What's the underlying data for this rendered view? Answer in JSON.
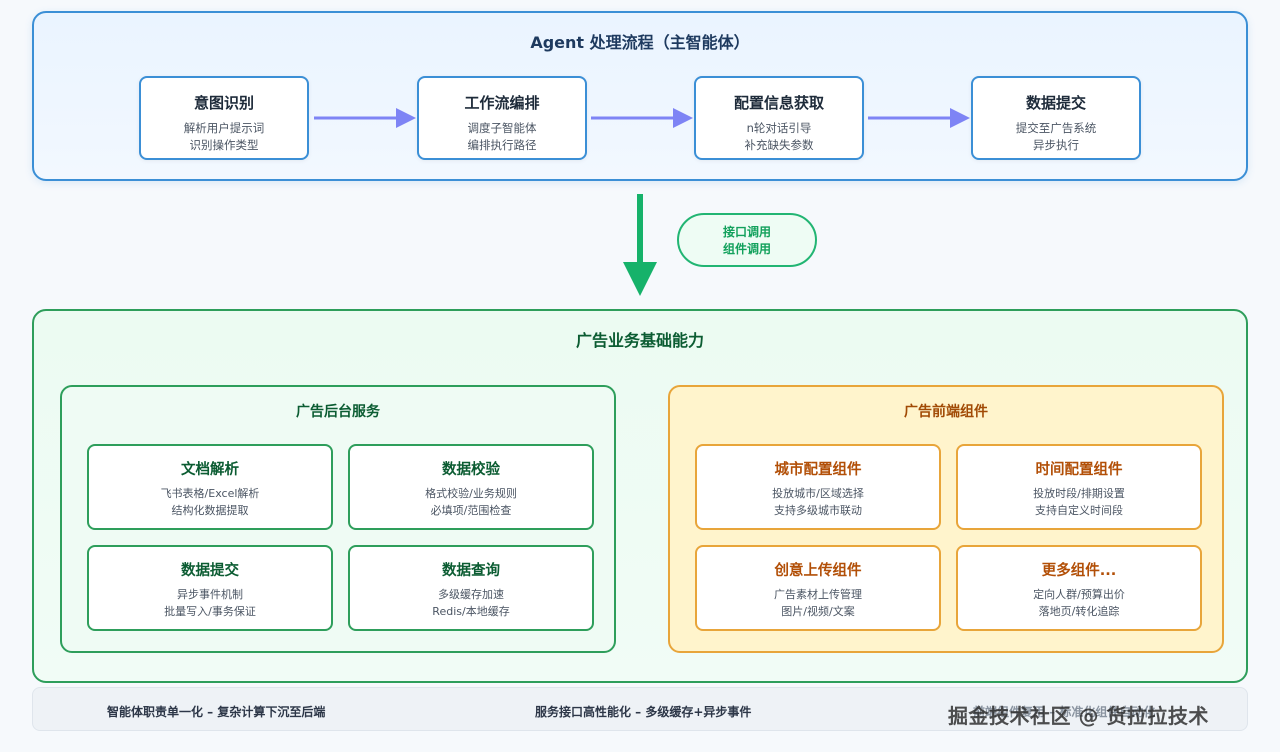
{
  "colors": {
    "top_border": "#3b8fd6",
    "arrow_purple": "#7e84f5",
    "green_border": "#2e9e5b",
    "down_arrow": "#16b26a",
    "orange_border": "#e8a53a"
  },
  "top": {
    "title": "Agent 处理流程（主智能体）",
    "steps": [
      {
        "title": "意图识别",
        "line1": "解析用户提示词",
        "line2": "识别操作类型"
      },
      {
        "title": "工作流编排",
        "line1": "调度子智能体",
        "line2": "编排执行路径"
      },
      {
        "title": "配置信息获取",
        "line1": "n轮对话引导",
        "line2": "补充缺失参数"
      },
      {
        "title": "数据提交",
        "line1": "提交至广告系统",
        "line2": "异步执行"
      }
    ]
  },
  "connector": {
    "line1": "接口调用",
    "line2": "组件调用"
  },
  "bottom": {
    "title": "广告业务基础能力",
    "backend": {
      "title": "广告后台服务",
      "cards": [
        {
          "title": "文档解析",
          "line1": "飞书表格/Excel解析",
          "line2": "结构化数据提取"
        },
        {
          "title": "数据校验",
          "line1": "格式校验/业务规则",
          "line2": "必填项/范围检查"
        },
        {
          "title": "数据提交",
          "line1": "异步事件机制",
          "line2": "批量写入/事务保证"
        },
        {
          "title": "数据查询",
          "line1": "多级缓存加速",
          "line2": "Redis/本地缓存"
        }
      ]
    },
    "frontend": {
      "title": "广告前端组件",
      "cards": [
        {
          "title": "城市配置组件",
          "line1": "投放城市/区域选择",
          "line2": "支持多级城市联动"
        },
        {
          "title": "时间配置组件",
          "line1": "投放时段/排期设置",
          "line2": "支持自定义时间段"
        },
        {
          "title": "创意上传组件",
          "line1": "广告素材上传管理",
          "line2": "图片/视频/文案"
        },
        {
          "title": "更多组件...",
          "line1": "定向人群/预算出价",
          "line2": "落地页/转化追踪"
        }
      ]
    }
  },
  "footer": {
    "note1": "智能体职责单一化 – 复杂计算下沉至后端",
    "note2": "服务接口高性能化 – 多级缓存+异步事件",
    "note3": "前端组件复用 – 标准化组件自动化"
  },
  "watermark": "掘金技术社区 @ 货拉拉技术"
}
